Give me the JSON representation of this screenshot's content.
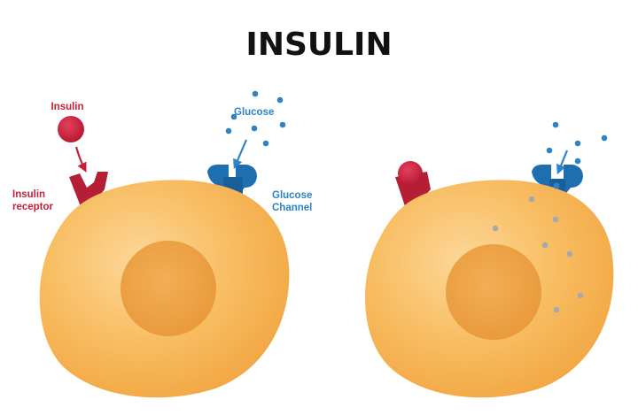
{
  "title": "INSULIN",
  "labels": {
    "insulin": "Insulin",
    "insulin_receptor_line1": "Insulin",
    "insulin_receptor_line2": "receptor",
    "glucose": "Glucose",
    "glucose_channel_line1": "Glucose",
    "glucose_channel_line2": "Channel"
  },
  "colors": {
    "cell": "#F6B04C",
    "cell_highlight": "#FBCB84",
    "nucleus": "#EC9E3F",
    "insulin": "#C8203A",
    "receptor": "#B51F36",
    "glucose": "#2E83C6",
    "channel": "#1E6FB0",
    "glucose_inside": "#A8A8A8",
    "title": "#111111"
  }
}
